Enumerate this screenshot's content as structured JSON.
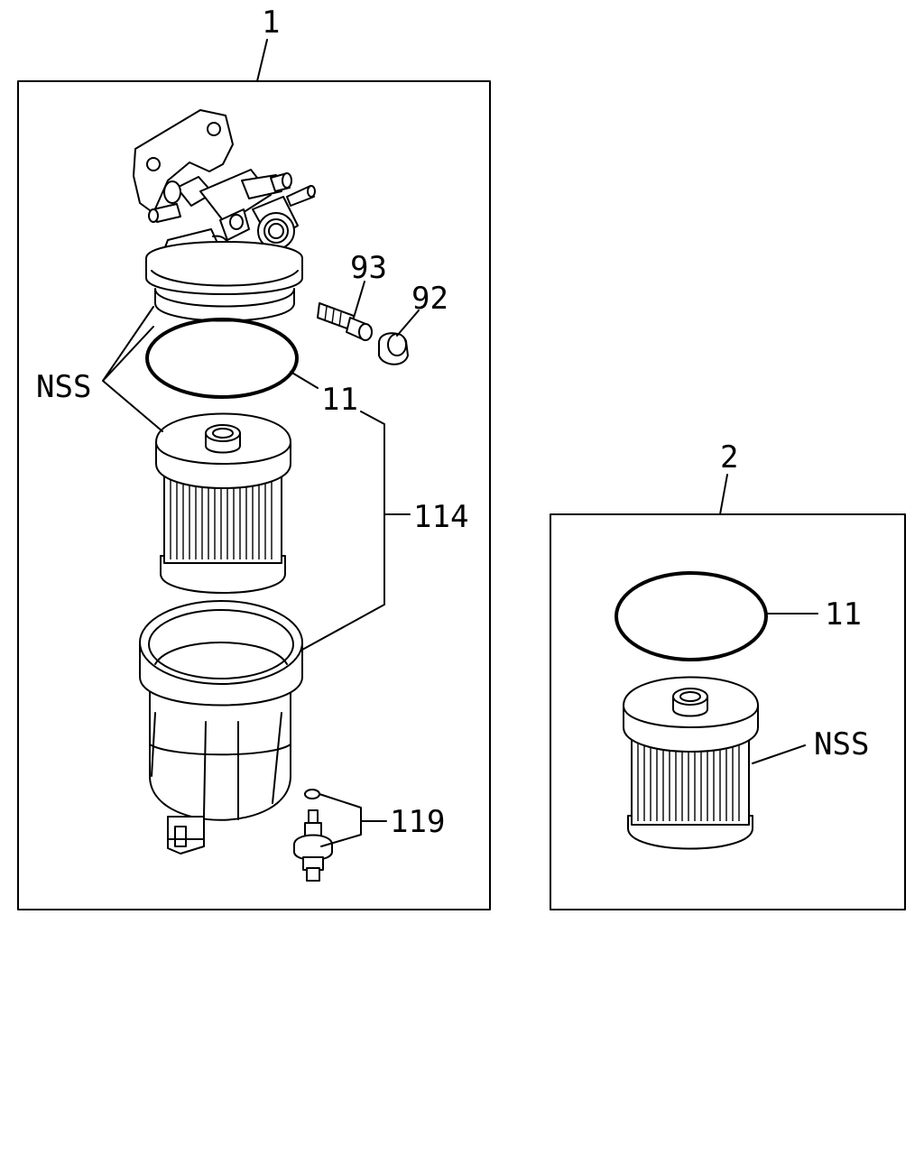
{
  "assemblies": [
    {
      "number": "1",
      "callouts": {
        "nss": "NSS",
        "o_ring": "11",
        "bowl_kit": "114",
        "sensor_kit": "119",
        "fitting": "93",
        "cap": "92"
      }
    },
    {
      "number": "2",
      "callouts": {
        "o_ring": "11",
        "nss": "NSS"
      }
    }
  ]
}
